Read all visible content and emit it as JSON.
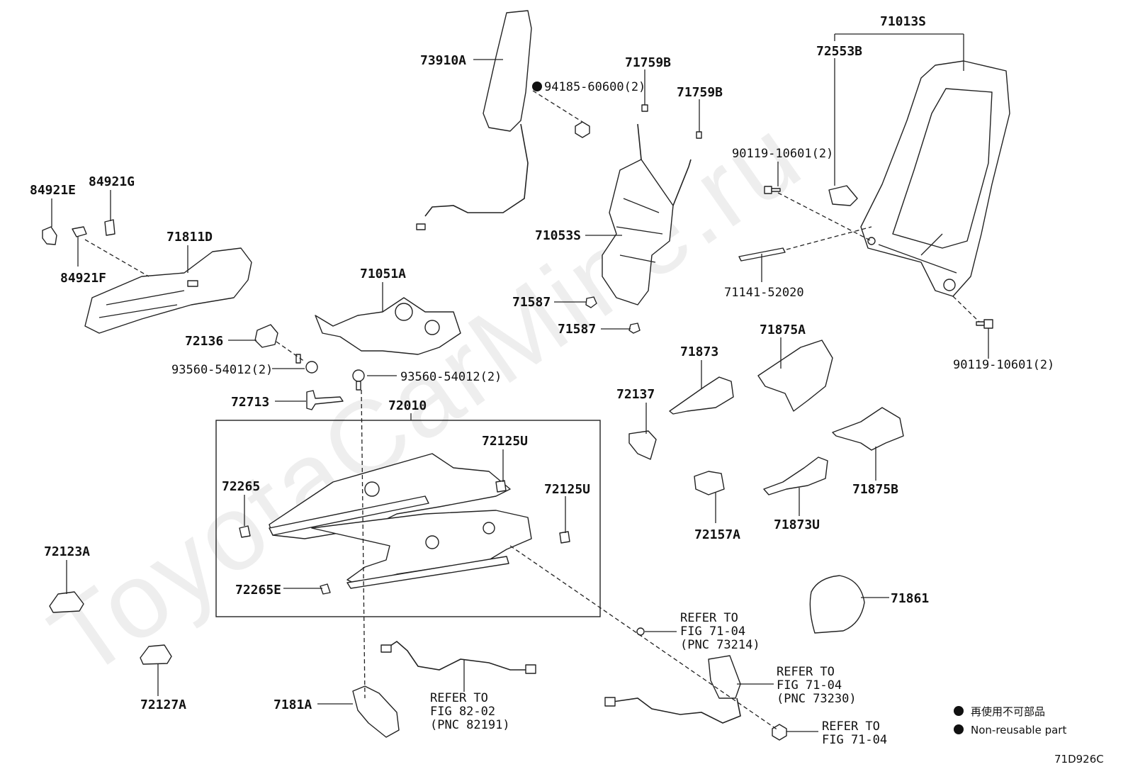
{
  "watermark": "ToyotaCarMine.ru",
  "figure_code": "71D926C",
  "legend": {
    "line1": "再使用不可部品",
    "line2": "Non-reusable part"
  },
  "labels": {
    "p71013S": "71013S",
    "p72553B": "72553B",
    "p73910A": "73910A",
    "p94185": "94185-60600(2)",
    "p71759B_1": "71759B",
    "p71759B_2": "71759B",
    "p90119_top": "90119-10601(2)",
    "p84921E": "84921E",
    "p84921G": "84921G",
    "p84921F": "84921F",
    "p71811D": "71811D",
    "p71053S": "71053S",
    "p71141": "71141-52020",
    "p71051A": "71051A",
    "p71587_1": "71587",
    "p71587_2": "71587",
    "p90119_bot": "90119-10601(2)",
    "p72136": "72136",
    "p93560_left": "93560-54012(2)",
    "p93560_mid": "93560-54012(2)",
    "p71875A": "71875A",
    "p71873": "71873",
    "p72713": "72713",
    "p72010": "72010",
    "p72137": "72137",
    "p72125U_1": "72125U",
    "p72125U_2": "72125U",
    "p72265": "72265",
    "p71875B": "71875B",
    "p72157A": "72157A",
    "p71873U": "71873U",
    "p72123A": "72123A",
    "p72265E": "72265E",
    "p71861": "71861",
    "p72127A": "72127A",
    "p7181A": "7181A"
  },
  "refs": {
    "r1": {
      "l1": "REFER TO",
      "l2": "FIG 71-04",
      "l3": "(PNC 73214)"
    },
    "r2": {
      "l1": "REFER TO",
      "l2": "FIG 71-04",
      "l3": "(PNC 73230)"
    },
    "r3": {
      "l1": "REFER TO",
      "l2": "FIG 82-02",
      "l3": "(PNC 82191)"
    },
    "r4": {
      "l1": "REFER TO",
      "l2": "FIG 71-04"
    }
  }
}
